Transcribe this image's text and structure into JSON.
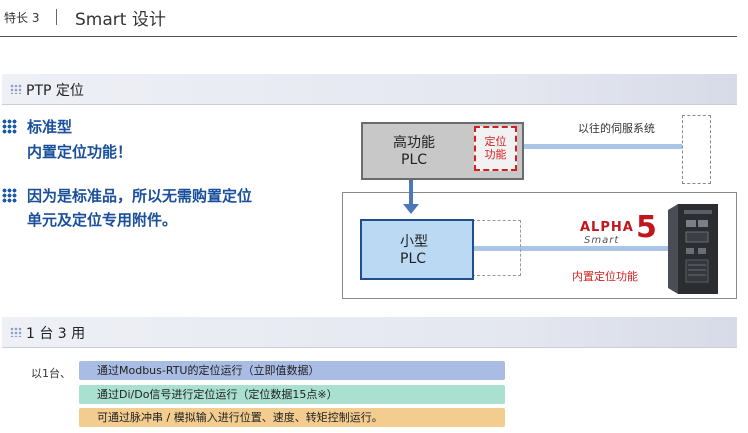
{
  "header": {
    "tag": "特长 3",
    "title": "Smart 设计"
  },
  "section1": {
    "label": "PTP 定位",
    "bullets": [
      {
        "line1": "标准型",
        "line2": "内置定位功能！"
      },
      {
        "line1": "因为是标准品，所以无需购置定位",
        "line2": "单元及定位专用附件。"
      }
    ]
  },
  "diagram": {
    "plc_high_line1": "高功能",
    "plc_high_line2": "PLC",
    "red_box_line1": "定位",
    "red_box_line2": "功能",
    "old_servo_label": "以往的伺服系统",
    "plc_small_line1": "小型",
    "plc_small_line2": "PLC",
    "logo_text": "ALPHA",
    "logo_number": "5",
    "logo_sub": "Smart",
    "builtin_label": "内置定位功能"
  },
  "section2": {
    "label": "1 台 3 用",
    "lead": "以1台、",
    "items": [
      "通过Modbus-RTU的定位运行（立即值数据）",
      "通过Di/Do信号进行定位运行（定位数据15点※）",
      "可通过脉冲串 / 模拟输入进行位置、速度、转矩控制运行。"
    ]
  },
  "colors": {
    "accent_blue": "#1a4f9c",
    "red": "#d21f1f",
    "pill1": "#a9bce3",
    "pill2": "#a9e0d0",
    "pill3": "#f3cc90"
  }
}
